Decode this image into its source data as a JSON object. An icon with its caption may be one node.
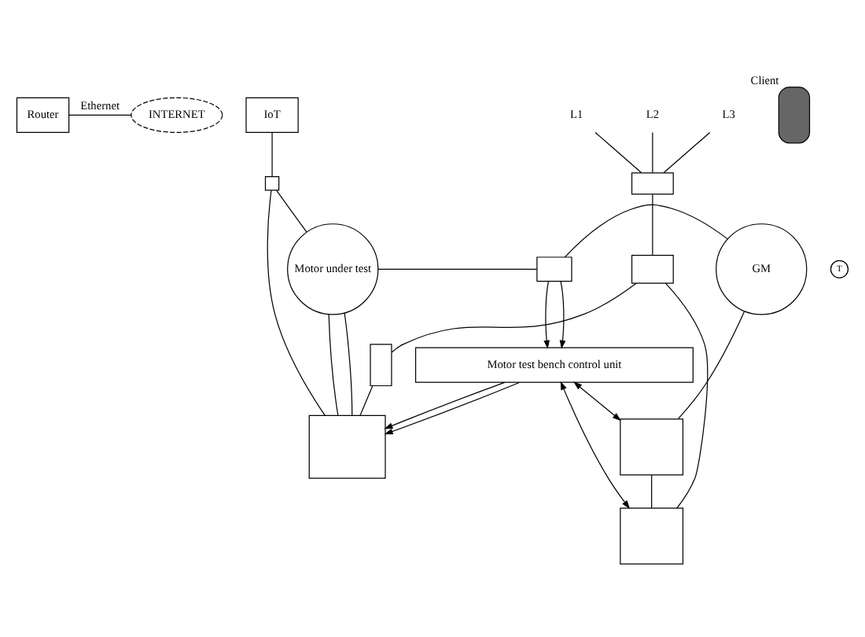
{
  "diagram": {
    "nodes": [
      {
        "text": [
          "Router"
        ]
      },
      {
        "text": [
          "INTERNET"
        ]
      },
      {
        "text": [
          "IoT"
        ]
      },
      {
        "text": [],
        "shape": "phone",
        "beside": [
          "Client"
        ]
      },
      {
        "text": [],
        "shape": "box"
      },
      {
        "text": [
          "Motor test bench control unit"
        ]
      },
      {
        "text": [
          "Motor under test"
        ]
      },
      {
        "text": [
          "T"
        ]
      },
      {
        "text": [],
        "shape": "box"
      },
      {
        "text": [
          "GM"
        ]
      },
      {
        "text": [],
        "shape": "box"
      },
      {
        "text": [],
        "shape": "box"
      },
      {
        "text": [],
        "shape": "box"
      },
      {
        "text": [],
        "shape": "box"
      },
      {
        "text": [],
        "shape": "box"
      },
      {
        "text": [],
        "shape": "box"
      },
      {
        "text": [
          "L1"
        ]
      },
      {
        "text": [
          "L2"
        ]
      },
      {
        "text": [
          "L3"
        ]
      }
    ],
    "edges": [
      {
        "from": 0,
        "to": 1,
        "arrow": "none",
        "label": "Ethernet"
      },
      {
        "from": 2,
        "to": 12,
        "arrow": "none"
      },
      {
        "from": 4,
        "to": 12,
        "arrow": "none"
      },
      {
        "from": 12,
        "to": 6,
        "arrow": "none"
      },
      {
        "from": 4,
        "to": 6,
        "arrow": "none"
      },
      {
        "from": 4,
        "to": 6,
        "arrow": "none"
      },
      {
        "from": 5,
        "to": 4,
        "arrow": "to"
      },
      {
        "from": 5,
        "to": 4,
        "arrow": "to"
      },
      {
        "from": 8,
        "to": 5,
        "arrow": "to"
      },
      {
        "from": 8,
        "to": 5,
        "arrow": "to"
      },
      {
        "from": 5,
        "to": 10,
        "arrow": "both"
      },
      {
        "from": 5,
        "to": 11,
        "arrow": "both"
      },
      {
        "from": 6,
        "to": 8,
        "arrow": "none"
      },
      {
        "from": 8,
        "to": 9,
        "arrow": "none"
      },
      {
        "from": 9,
        "to": 10,
        "arrow": "none"
      },
      {
        "from": 10,
        "to": 11,
        "arrow": "none"
      },
      {
        "from": 13,
        "to": 4,
        "arrow": "none"
      },
      {
        "from": 15,
        "to": 13,
        "arrow": "none"
      },
      {
        "from": 15,
        "to": 11,
        "arrow": "none"
      },
      {
        "from": 14,
        "to": 15,
        "arrow": "none"
      },
      {
        "from": 16,
        "to": 14,
        "arrow": "none"
      },
      {
        "from": 17,
        "to": 14,
        "arrow": "none"
      },
      {
        "from": 18,
        "to": 14,
        "arrow": "none"
      }
    ]
  }
}
